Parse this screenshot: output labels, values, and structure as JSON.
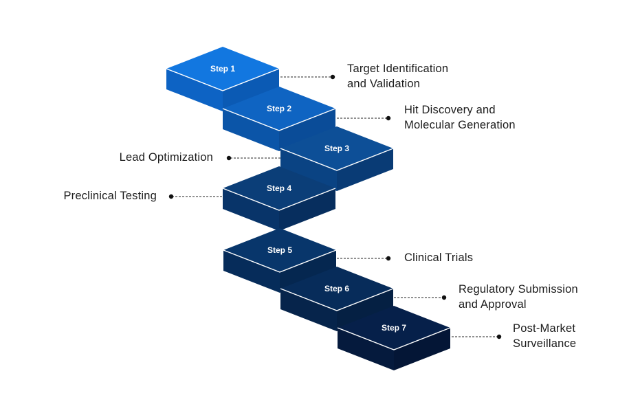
{
  "steps": [
    {
      "label": "Step 1",
      "description": [
        "Target Identification",
        "and Validation"
      ],
      "top": "#1277e0",
      "left": "#0d63c4",
      "right": "#0b5ab4"
    },
    {
      "label": "Step 2",
      "description": [
        "Hit Discovery and",
        "Molecular Generation"
      ],
      "top": "#0f64c2",
      "left": "#0b55a8",
      "right": "#0a4c98"
    },
    {
      "label": "Step 3",
      "description": [
        "Lead Optimization"
      ],
      "top": "#0d4f97",
      "left": "#0a4383",
      "right": "#093b75"
    },
    {
      "label": "Step 4",
      "description": [
        "Preclinical Testing"
      ],
      "top": "#0b3e78",
      "left": "#083469",
      "right": "#072e5e"
    },
    {
      "label": "Step 5",
      "description": [
        "Clinical Trials"
      ],
      "top": "#08366b",
      "left": "#062c5a",
      "right": "#052750"
    },
    {
      "label": "Step 6",
      "description": [
        "Regulatory Submission",
        "and Approval"
      ],
      "top": "#072c5a",
      "left": "#06244b",
      "right": "#052043"
    },
    {
      "label": "Step 7",
      "description": [
        "Post-Market",
        "Surveillance"
      ],
      "top": "#06204a",
      "left": "#051a3d",
      "right": "#041636"
    }
  ]
}
